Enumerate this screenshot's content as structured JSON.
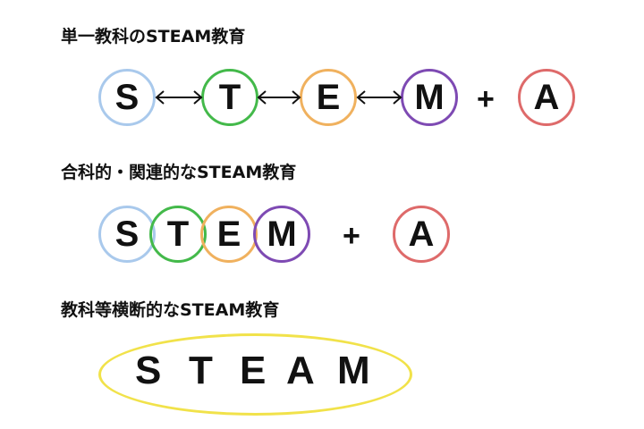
{
  "sections": [
    {
      "title": "単一教科のSTEAM教育",
      "letters": [
        "S",
        "T",
        "E",
        "M"
      ],
      "plus": "+",
      "extra": "A"
    },
    {
      "title": "合科的・関連的なSTEAM教育",
      "letters": [
        "S",
        "T",
        "E",
        "M"
      ],
      "plus": "+",
      "extra": "A"
    },
    {
      "title": "教科等横断的なSTEAM教育",
      "letters": [
        "S",
        "T",
        "E",
        "A",
        "M"
      ]
    }
  ],
  "colors": {
    "S": "#a9c9ec",
    "T": "#43b94a",
    "E": "#f0b15e",
    "M": "#7e4ab3",
    "A": "#de6a6a",
    "ellipse": "#f1e24a",
    "text": "#111111"
  },
  "icons": {
    "arrow": "double-headed-arrow-icon"
  }
}
